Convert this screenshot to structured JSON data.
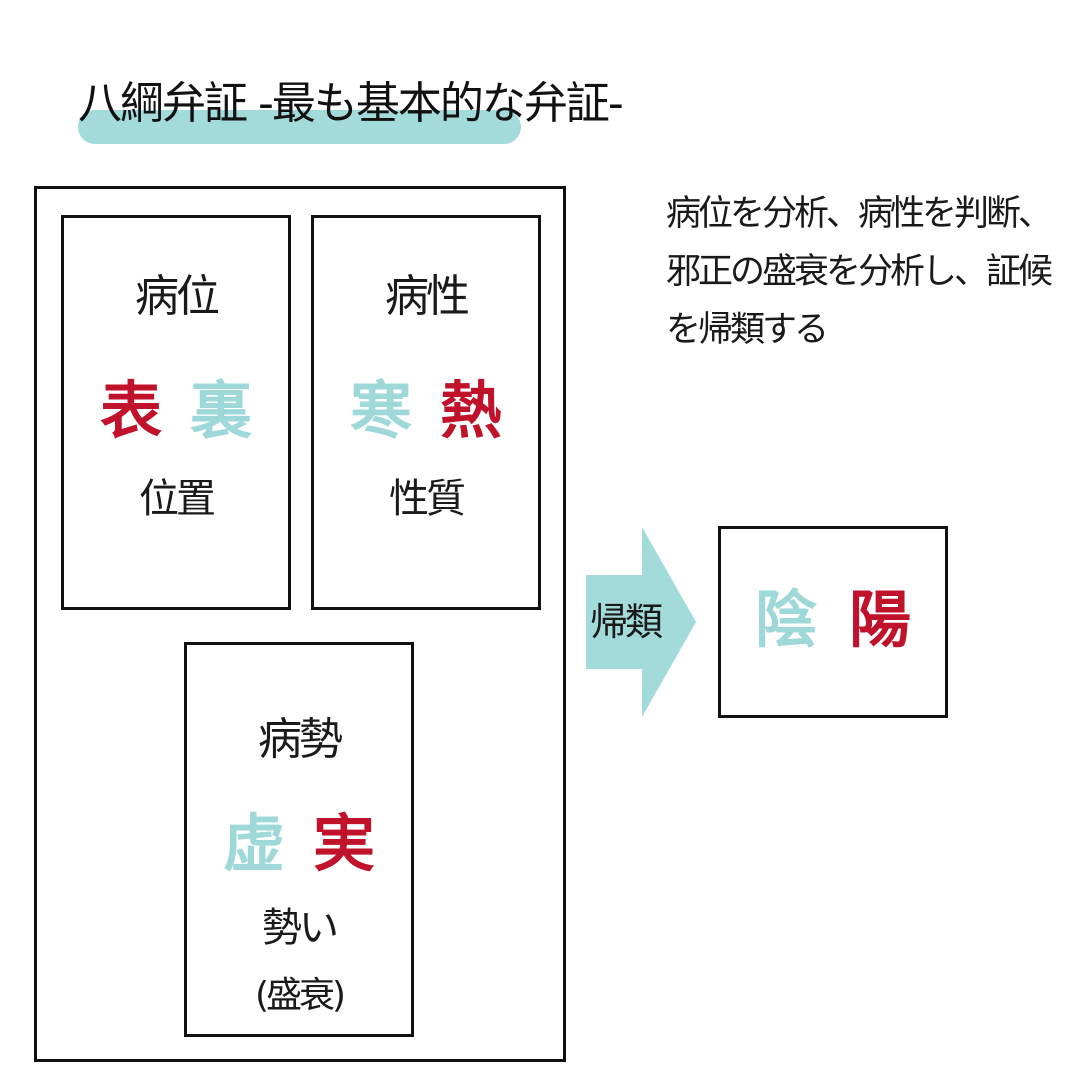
{
  "title": "八綱弁証 -最も基本的な弁証-",
  "colors": {
    "red": "#c0122a",
    "teal": "#9ed8d8",
    "highlight": "#a3dada",
    "border": "#111111"
  },
  "cards": [
    {
      "title": "病位",
      "pair": [
        {
          "char": "表",
          "color": "red"
        },
        {
          "char": "裏",
          "color": "teal"
        }
      ],
      "sub": "位置"
    },
    {
      "title": "病性",
      "pair": [
        {
          "char": "寒",
          "color": "teal"
        },
        {
          "char": "熱",
          "color": "red"
        }
      ],
      "sub": "性質"
    },
    {
      "title": "病勢",
      "pair": [
        {
          "char": "虚",
          "color": "teal"
        },
        {
          "char": "実",
          "color": "red"
        }
      ],
      "sub": "勢い",
      "sub2": "(盛衰)"
    }
  ],
  "description": [
    "病位を分析、病性を判断、",
    "邪正の盛衰を分析し、証候",
    "を帰類する"
  ],
  "arrow_label": "帰類",
  "result": {
    "pair": [
      {
        "char": "陰",
        "color": "teal"
      },
      {
        "char": "陽",
        "color": "red"
      }
    ]
  }
}
